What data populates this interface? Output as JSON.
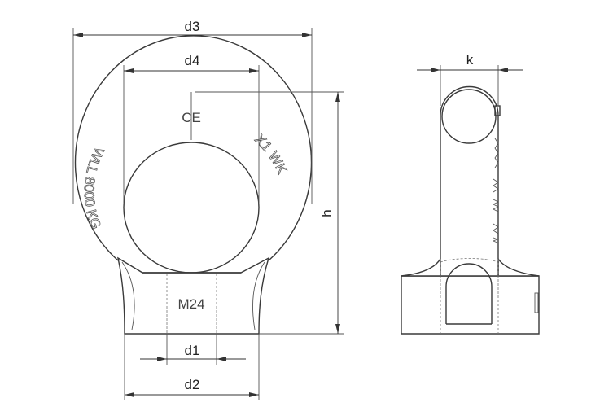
{
  "dimensions": {
    "d1": "d1",
    "d2": "d2",
    "d3": "d3",
    "d4": "d4",
    "h": "h",
    "k": "k"
  },
  "markings": {
    "ce": "CE",
    "wll": "WLL 8000 KG",
    "right": "X1 WK",
    "thread": "M24"
  }
}
